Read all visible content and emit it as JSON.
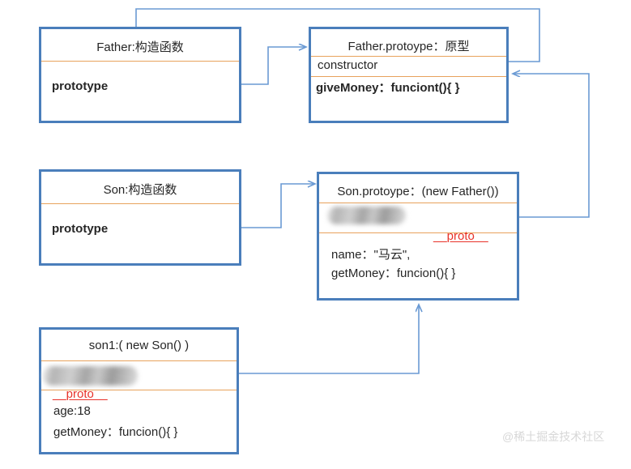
{
  "diagram": {
    "title": "JavaScript prototype chain (Father / Son / son1)",
    "colors": {
      "box_border": "#4a7ebb",
      "separator": "#e8a25c",
      "wire": "#6a9ad4",
      "proto_text": "#e8332a",
      "text": "#262626",
      "watermark": "#d7d7d7",
      "background": "#ffffff"
    },
    "boxes": [
      {
        "id": "father",
        "title": "Father:构造函数",
        "rows": [
          {
            "text": "prototype",
            "bold": true
          }
        ]
      },
      {
        "id": "father-prototype",
        "title": "Father.protoype：原型",
        "rows": [
          {
            "text": "constructor",
            "bold": false
          },
          {
            "text": "giveMoney：funciont(){ }",
            "bold": true
          }
        ]
      },
      {
        "id": "son",
        "title": "Son:构造函数",
        "rows": [
          {
            "text": "prototype",
            "bold": true
          }
        ]
      },
      {
        "id": "son-prototype",
        "title": "Son.protoype：(new Father())",
        "rows": [
          {
            "text": "__proto__",
            "redacted": true,
            "proto_label": "__proto__"
          },
          {
            "text": "name：\"马云\",",
            "bold": false
          },
          {
            "text": "getMoney：funcion(){ }",
            "bold": false
          }
        ]
      },
      {
        "id": "son1",
        "title": "son1:( new Son() )",
        "rows": [
          {
            "text": "__proto__",
            "redacted": true,
            "proto_label": "__proto__"
          },
          {
            "text": "age:18",
            "bold": false
          },
          {
            "text": "getMoney：funcion(){ }",
            "bold": false
          }
        ]
      }
    ],
    "connections": [
      {
        "id": "father-prototype-to-father-prototype-box",
        "from": "father.prototype",
        "to": "father-prototype.title"
      },
      {
        "id": "father-prototype-constructor-to-father",
        "from": "father-prototype.constructor",
        "to": "father.top"
      },
      {
        "id": "son-prototype-to-son-prototype-box",
        "from": "son.prototype",
        "to": "son-prototype.title"
      },
      {
        "id": "son-prototype-proto-to-father-prototype",
        "from": "son-prototype.__proto__",
        "to": "father-prototype.giveMoney"
      },
      {
        "id": "son1-proto-to-son-prototype",
        "from": "son1.__proto__",
        "to": "son-prototype.bottom"
      }
    ],
    "watermark": "@稀土掘金技术社区"
  }
}
